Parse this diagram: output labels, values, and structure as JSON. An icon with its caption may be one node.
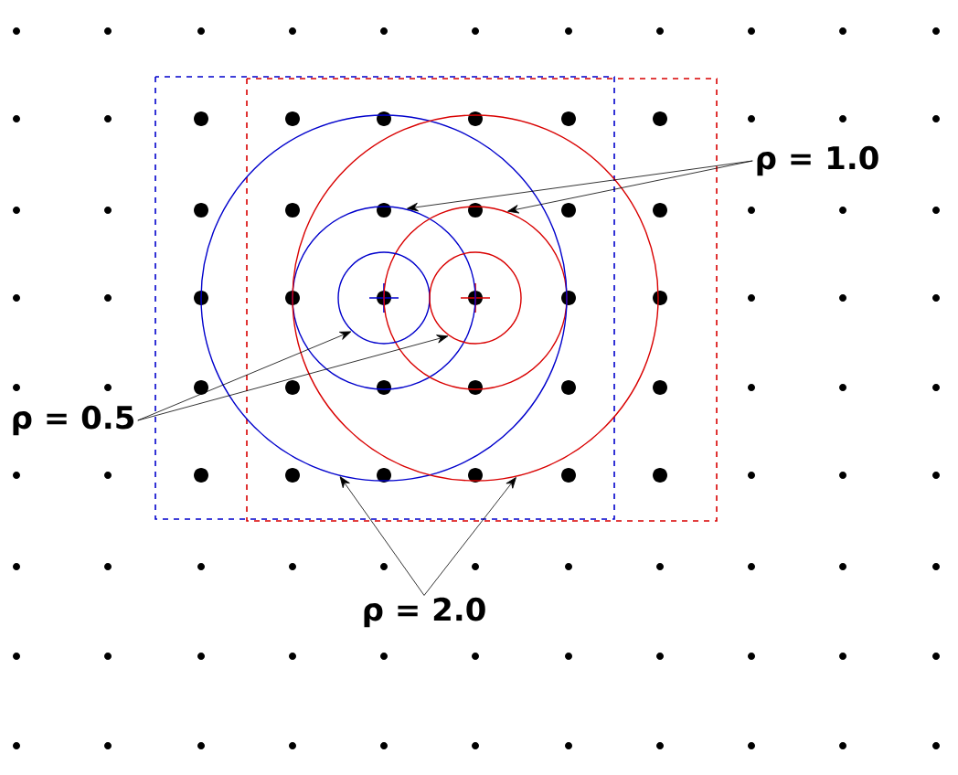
{
  "diagram": {
    "nodes": [
      {
        "text": [
          "ρ = 1.0"
        ]
      },
      {
        "text": [],
        "shape": "circle"
      },
      {
        "text": [],
        "shape": "circle"
      },
      {
        "text": [
          "ρ = 0.5"
        ]
      },
      {
        "text": [],
        "shape": "circle",
        "in": 1
      },
      {
        "text": [],
        "shape": "circle",
        "in": 2
      },
      {
        "text": [],
        "shape": "circle"
      },
      {
        "text": [],
        "shape": "circle"
      },
      {
        "text": [
          "ρ = 2.0"
        ]
      }
    ],
    "edges": [
      {
        "from": 0,
        "to": 1,
        "arrow": "to"
      },
      {
        "from": 0,
        "to": 2,
        "arrow": "to"
      },
      {
        "from": 3,
        "to": 4,
        "arrow": "to"
      },
      {
        "from": 3,
        "to": 5,
        "arrow": "to"
      },
      {
        "from": 8,
        "to": 6,
        "arrow": "to"
      },
      {
        "from": 8,
        "to": 7,
        "arrow": "to"
      }
    ]
  }
}
